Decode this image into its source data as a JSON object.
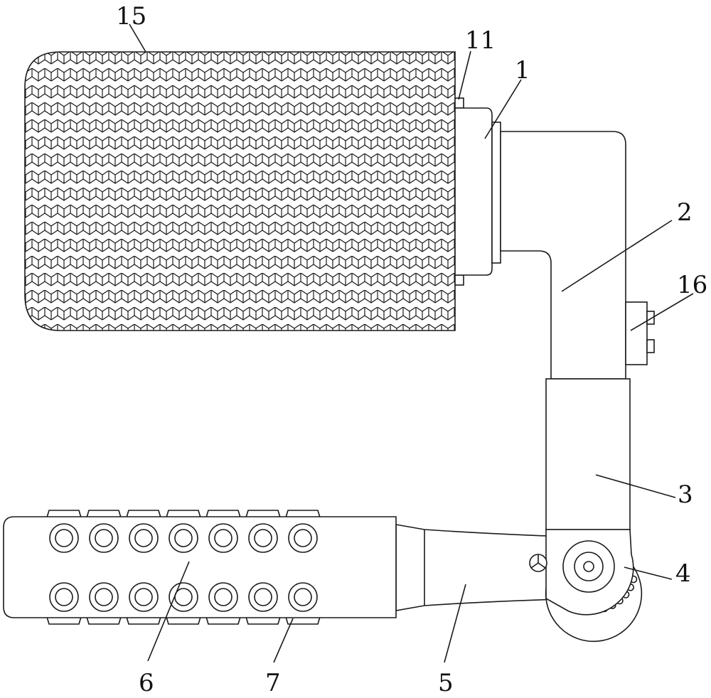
{
  "labels": {
    "l15": "15",
    "l11": "11",
    "l1": "1",
    "l2": "2",
    "l16": "16",
    "l3": "3",
    "l4": "4",
    "l6": "6",
    "l7": "7",
    "l5": "5"
  }
}
